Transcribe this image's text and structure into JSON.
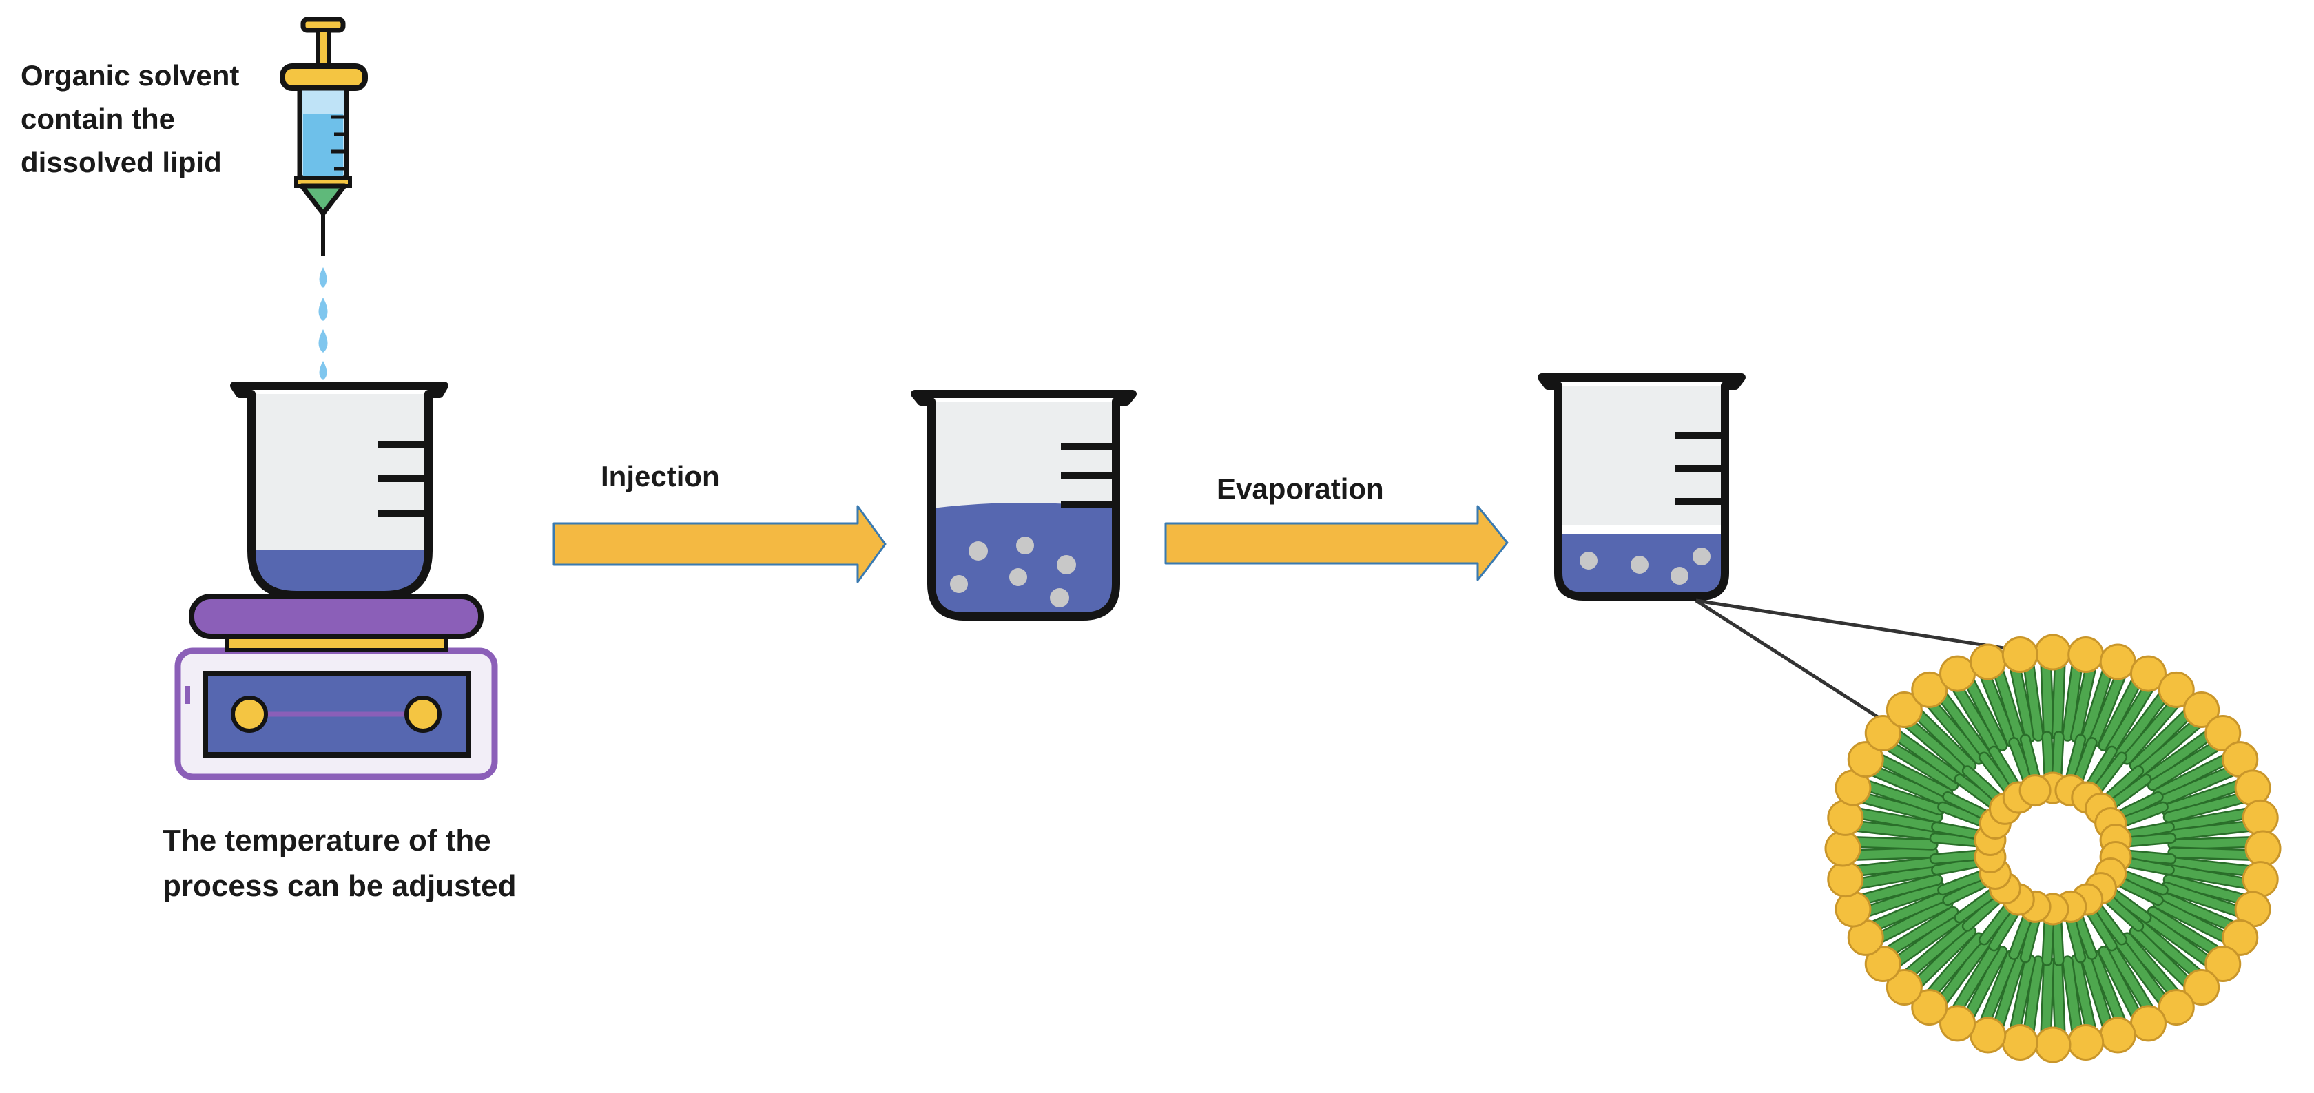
{
  "labels": {
    "syringe": [
      "Organic solvent",
      "contain the",
      "dissolved lipid"
    ],
    "hotplate": [
      "The temperature of the",
      "process can be adjusted"
    ],
    "step1": "Injection",
    "step2": "Evaporation"
  },
  "colors": {
    "outline": "#141414",
    "liquid": "#5667b0",
    "glass": "#eceeef",
    "arrow": "#f4b942",
    "arrow_stroke": "#3a7ab0",
    "plate_purple": "#8b5fb8",
    "plate_yellow": "#f4c542",
    "plate_panel": "#5667b0",
    "plate_body": "#f2eef7",
    "syringe_barrel": "#bfe3f7",
    "syringe_fluid": "#6ec0ea",
    "needle_tip": "#5fb97a",
    "droplet": "#7fc6ee",
    "lipid_head": "#f4c03e",
    "lipid_tail": "#4ea74e",
    "particle": "#c8c8c8"
  },
  "icons": [
    "syringe-icon",
    "beaker-icon",
    "hotplate-icon",
    "arrow-icon",
    "liposome-icon"
  ]
}
